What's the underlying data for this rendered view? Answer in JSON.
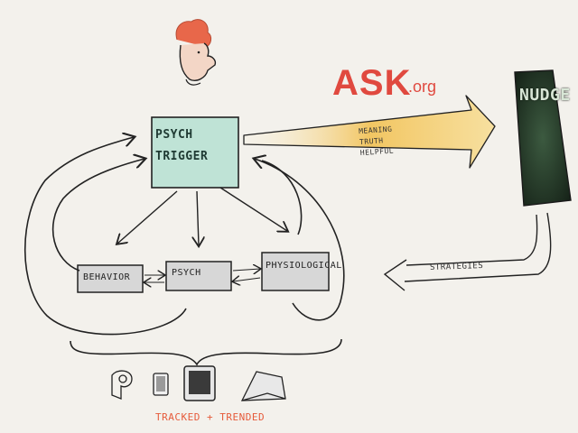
{
  "diagram": {
    "psych_trigger": "PSYCH TRIGGER",
    "ask_logo": {
      "main": "ASK",
      "suffix": ".org"
    },
    "nudge": "NUDGE",
    "arrow_caption": [
      "MEANING",
      "TRUTH",
      "HELPFUL"
    ],
    "boxes": {
      "behavior": "BEHAVIOR",
      "psych": "PSYCH",
      "physiological": "PHYSIOLOGICAL"
    },
    "strategies": "STRATEGIES",
    "tracked": "TRACKED + TRENDED"
  },
  "colors": {
    "teal_box": "#bfe3d6",
    "nudge_box": "#2e4a34",
    "ask_red": "#e0493f",
    "tracked_orange": "#e65a3a",
    "arrow_yellow": "#f2c662"
  },
  "icons": [
    "person-head-icon",
    "phone-icon",
    "tablet-icon",
    "laptop-icon"
  ]
}
